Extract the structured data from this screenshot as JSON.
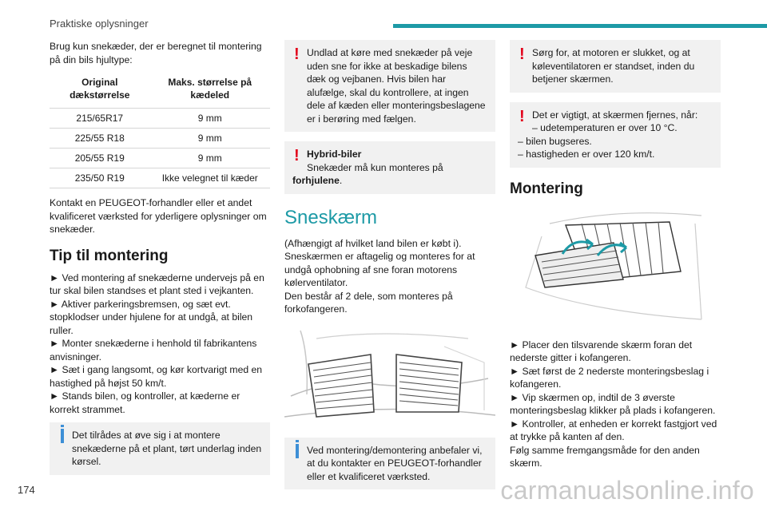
{
  "header": {
    "title": "Praktiske oplysninger",
    "page_number": "174",
    "watermark": "carmanualsonline.info",
    "accent_color": "#1d9aa6"
  },
  "col1": {
    "intro": "Brug kun snekæder, der er beregnet til montering på din bils hjultype:",
    "table": {
      "headers": [
        "Original dækstørrelse",
        "Maks. størrelse på kædeled"
      ],
      "rows": [
        [
          "215/65R17",
          "9 mm"
        ],
        [
          "225/55 R18",
          "9 mm"
        ],
        [
          "205/55 R19",
          "9 mm"
        ],
        [
          "235/50 R19",
          "Ikke velegnet til kæder"
        ]
      ]
    },
    "contact": "Kontakt en PEUGEOT-forhandler eller et andet kvalificeret værksted for yderligere oplysninger om snekæder.",
    "tip_heading": "Tip til montering",
    "tip_steps": [
      "► Ved montering af snekæderne undervejs på en tur skal bilen standses et plant sted i vejkanten.",
      "► Aktiver parkeringsbremsen, og sæt evt. stopklodser under hjulene for at undgå, at bilen ruller.",
      "► Monter snekæderne i henhold til fabrikantens anvisninger.",
      "► Sæt i gang langsomt, og kør kortvarigt med en hastighed på højst 50 km/t.",
      "► Stands bilen, og kontroller, at kæderne er korrekt strammet."
    ],
    "info_box": "Det tilrådes at øve sig i at montere snekæderne på et plant, tørt underlag inden kørsel."
  },
  "col2": {
    "warn1": "Undlad at køre med snekæder på veje uden sne for ikke at beskadige bilens dæk og vejbanen. Hvis bilen har alufælge, skal du kontrollere, at ingen dele af kæden eller monteringsbeslagene er i berøring med fælgen.",
    "warn2_title": "Hybrid-biler",
    "warn2_text": "Snekæder må kun monteres på",
    "warn2_bold": "forhjulene",
    "warn2_end": ".",
    "section_heading": "Sneskærm",
    "section_intro": "(Afhængigt af hvilket land bilen er købt i).",
    "section_text1": "Sneskærmen er aftagelig og monteres for at undgå ophobning af sne foran motorens kølerventilator.",
    "section_text2": "Den består af 2 dele, som monteres på forkofangeren.",
    "info_box": "Ved montering/demontering anbefaler vi, at du kontakter en PEUGEOT-forhandler eller et kvalificeret værksted."
  },
  "col3": {
    "warn1": "Sørg for, at motoren er slukket, og at køleventilatoren er standset, inden du betjener skærmen.",
    "warn2_intro": "Det er vigtigt, at skærmen fjernes, når:",
    "warn2_items": [
      "– udetemperaturen er over 10 °C.",
      "– bilen bugseres.",
      "– hastigheden er over 120 km/t."
    ],
    "heading": "Montering",
    "steps": [
      "► Placer den tilsvarende skærm foran det nederste gitter i kofangeren.",
      "► Sæt først de 2 nederste monteringsbeslag i kofangeren.",
      "► Vip skærmen op, indtil de 3 øverste monteringsbeslag klikker på plads i kofangeren.",
      "► Kontroller, at enheden er korrekt fastgjort ved at trykke på kanten af den."
    ],
    "closing": "Følg samme fremgangsmåde for den anden skærm."
  }
}
